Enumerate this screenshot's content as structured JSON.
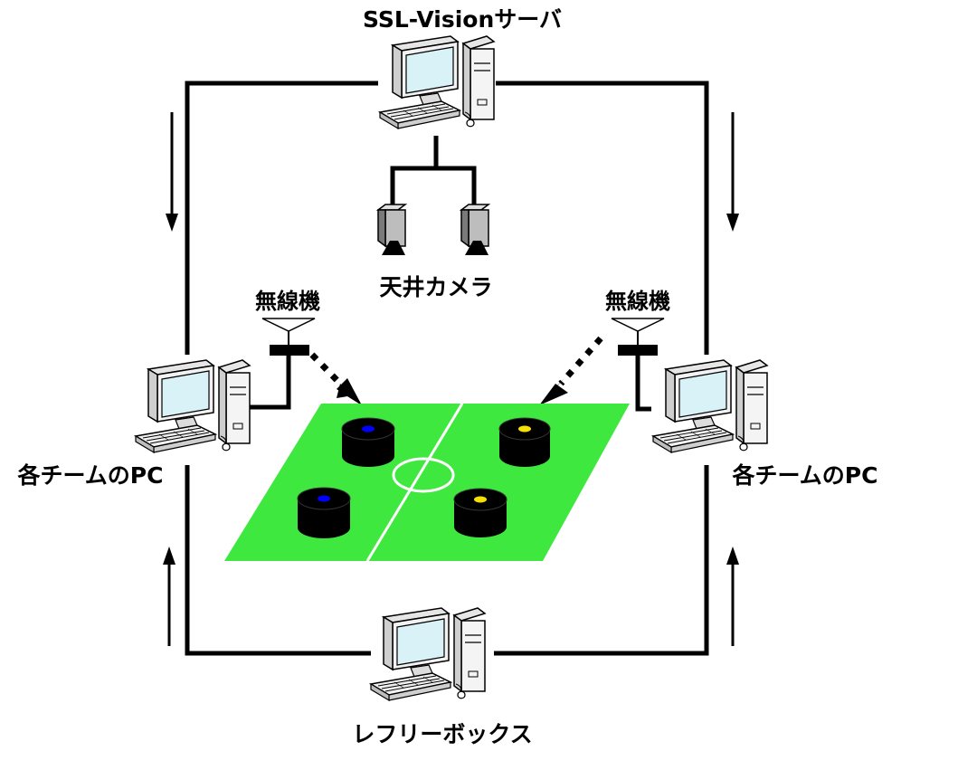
{
  "labels": {
    "ssl_vision_server": "SSL-Visionサーバ",
    "ceiling_camera": "天井カメラ",
    "radio_left": "無線機",
    "radio_right": "無線機",
    "team_pc_left": "各チームのPC",
    "team_pc_right": "各チームのPC",
    "referee_box": "レフリーボックス"
  },
  "colors": {
    "line": "#000000",
    "field": "#3fe83f",
    "field_lines": "#ffffff",
    "robot": "#000000",
    "blue_marker": "#0000ff",
    "yellow_marker": "#f5e000",
    "monitor_screen": "#d8f2f8"
  },
  "robots": [
    {
      "team": "blue",
      "marker_color": "#0000ff"
    },
    {
      "team": "blue",
      "marker_color": "#0000ff"
    },
    {
      "team": "yellow",
      "marker_color": "#f5e000"
    },
    {
      "team": "yellow",
      "marker_color": "#f5e000"
    }
  ],
  "icons": {
    "computer": "desktop-computer-icon",
    "camera": "camera-icon",
    "antenna": "antenna-icon",
    "arrow": "flow-arrow-icon"
  }
}
